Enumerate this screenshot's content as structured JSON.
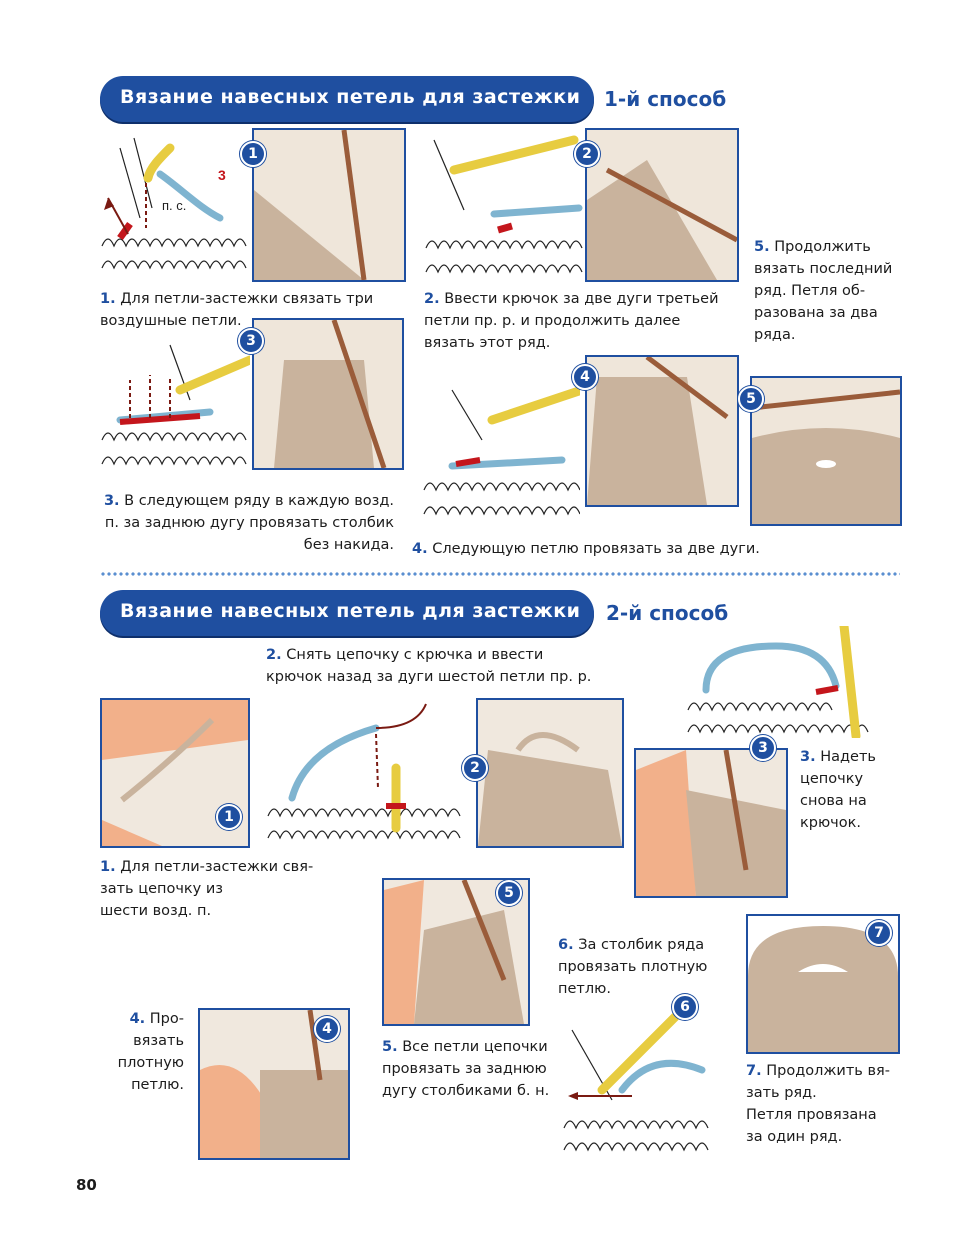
{
  "section1": {
    "title": "Вязание навесных петель для застежки",
    "method": "1-й способ",
    "badges": [
      "1",
      "2",
      "3",
      "4",
      "5"
    ],
    "diagram_label": "п. с.",
    "diagram_number": "3",
    "steps": [
      {
        "num": "1.",
        "lines": [
          "Для петли-застежки связать три",
          "воздушные петли."
        ]
      },
      {
        "num": "2.",
        "lines": [
          "Ввести крючок за две дуги третьей",
          "петли пр. р. и продолжить далее",
          "вязать этот ряд."
        ]
      },
      {
        "num": "3.",
        "lines": [
          "В следующем ряду в каждую возд.",
          "п. за заднюю дугу провязать столбик",
          "без накида."
        ]
      },
      {
        "num": "4.",
        "lines": [
          "Следующую петлю провязать за две дуги."
        ]
      },
      {
        "num": "5.",
        "lines": [
          "Продолжить",
          "вязать последний",
          "ряд. Петля об-",
          "разована за два",
          "ряда."
        ]
      }
    ]
  },
  "section2": {
    "title": "Вязание навесных петель для застежки",
    "method": "2-й способ",
    "badges": [
      "1",
      "2",
      "3",
      "4",
      "5",
      "6",
      "7"
    ],
    "steps": [
      {
        "num": "1.",
        "lines": [
          "Для петли-застежки свя-",
          "зать цепочку из",
          "шести возд. п."
        ]
      },
      {
        "num": "2.",
        "lines": [
          "Снять цепочку с крючка и ввести",
          "крючок назад за дуги шестой петли пр. р."
        ]
      },
      {
        "num": "3.",
        "lines": [
          "Надеть",
          "цепочку",
          "снова на",
          "крючок."
        ]
      },
      {
        "num": "4.",
        "lines": [
          "Про-",
          "вязать",
          "плотную",
          "петлю."
        ]
      },
      {
        "num": "5.",
        "lines": [
          "Все петли цепочки",
          "провязать за заднюю",
          "дугу столбиками б. н."
        ]
      },
      {
        "num": "6.",
        "lines": [
          "За столбик ряда",
          "провязать плотную",
          "петлю."
        ]
      },
      {
        "num": "7.",
        "lines": [
          "Продолжить вя-",
          "зать ряд.",
          "Петля провязана",
          "за один ряд."
        ]
      }
    ]
  },
  "page_number": "80",
  "colors": {
    "accent": "#1f4fa0",
    "yarn_blue": "#7fb4d0",
    "hook_yellow": "#f3e27a",
    "marker_red": "#c4161c",
    "yarn_beige": "#c9b39d"
  }
}
